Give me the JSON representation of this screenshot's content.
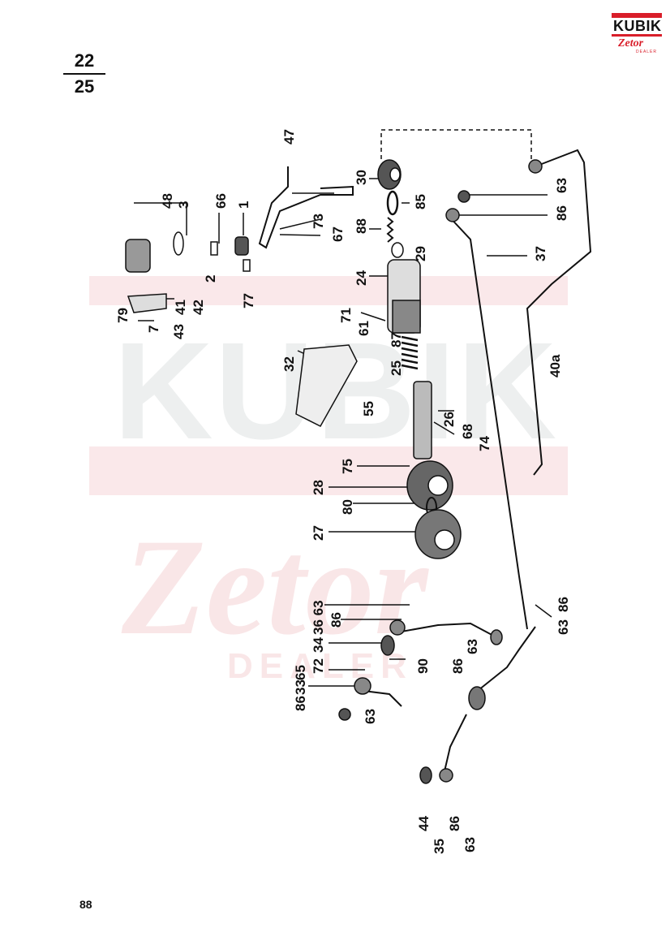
{
  "header": {
    "fraction_top": "22",
    "fraction_bottom": "25"
  },
  "logo": {
    "brand": "KUBIK",
    "sub": "Zetor",
    "tag": "DEALER"
  },
  "watermark": {
    "text_top": "KUBIK",
    "text_bottom": "Zetor",
    "text_small": "DEALER",
    "color": "#f2c9cc"
  },
  "footer": {
    "page_number": "88"
  },
  "callouts": [
    "22",
    "25",
    "48",
    "3",
    "66",
    "1",
    "2",
    "77",
    "47",
    "73",
    "67",
    "30",
    "85",
    "88",
    "63",
    "86",
    "29",
    "24",
    "37",
    "79",
    "41",
    "42",
    "7",
    "43",
    "71",
    "61",
    "87",
    "32",
    "25",
    "55",
    "40a",
    "26",
    "68",
    "74",
    "75",
    "28",
    "80",
    "27",
    "36",
    "63",
    "86",
    "34",
    "72",
    "65",
    "90",
    "33",
    "86",
    "63",
    "86",
    "63",
    "63",
    "86",
    "44",
    "35",
    "86",
    "63"
  ],
  "labels": {
    "l48": "48",
    "l3": "3",
    "l66": "66",
    "l1": "1",
    "l2": "2",
    "l77": "77",
    "l47": "47",
    "l73": "73",
    "l67": "67",
    "l30": "30",
    "l85": "85",
    "l88": "88",
    "l63a": "63",
    "l86a": "86",
    "l29": "29",
    "l24": "24",
    "l37": "37",
    "l79": "79",
    "l41": "41",
    "l42": "42",
    "l7": "7",
    "l43": "43",
    "l71": "71",
    "l61": "61",
    "l87": "87",
    "l32": "32",
    "l25": "25",
    "l55": "55",
    "l40a": "40a",
    "l26": "26",
    "l68": "68",
    "l74": "74",
    "l75": "75",
    "l28": "28",
    "l80": "80",
    "l27": "27",
    "l3663": "36 63",
    "l86b": "86",
    "l34": "34",
    "l72": "72",
    "l65": "65",
    "l90": "90",
    "l33": "33",
    "l86c": "86",
    "l63c": "63",
    "l86d": "86",
    "l63d": "63",
    "l63e": "63",
    "l86e": "86",
    "l44": "44",
    "l35": "35",
    "l86f": "86",
    "l63f": "63"
  }
}
